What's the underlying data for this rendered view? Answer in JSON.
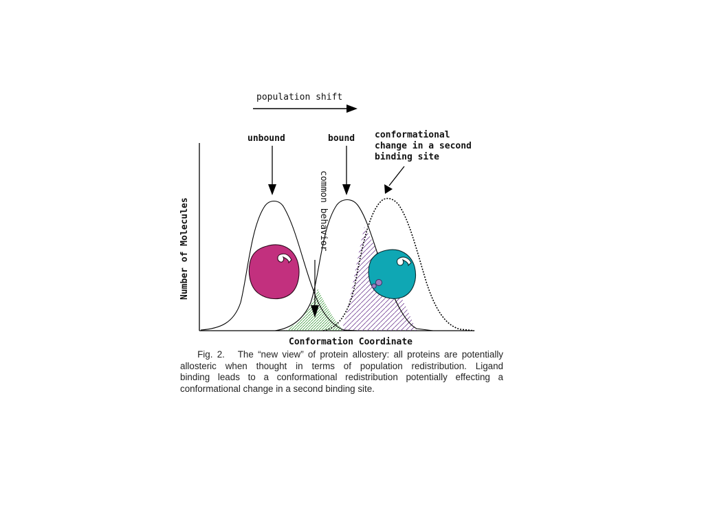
{
  "labels": {
    "population_shift": "population shift",
    "unbound": "unbound",
    "bound": "bound",
    "second_site": [
      "conformational",
      "change in a second",
      "binding site"
    ],
    "common_behavior": "common behavior",
    "y_axis": "Number of Molecules",
    "x_axis": "Conformation Coordinate"
  },
  "caption": {
    "fig_number": "Fig. 2.",
    "lines": [
      "The “new view” of protein allostery: all proteins are potentially",
      "allosteric when thought in terms of population redistribution. Ligand",
      "binding leads to a conformational redistribution potentially effecting a",
      "conformational change in a second binding site."
    ]
  },
  "colors": {
    "unbound_protein": "#c2307e",
    "bound_protein": "#0fa7b4",
    "ligand": "#9b7fc0",
    "common_hatch": "#4caf50",
    "second_hatch": "#7a4a9a"
  }
}
